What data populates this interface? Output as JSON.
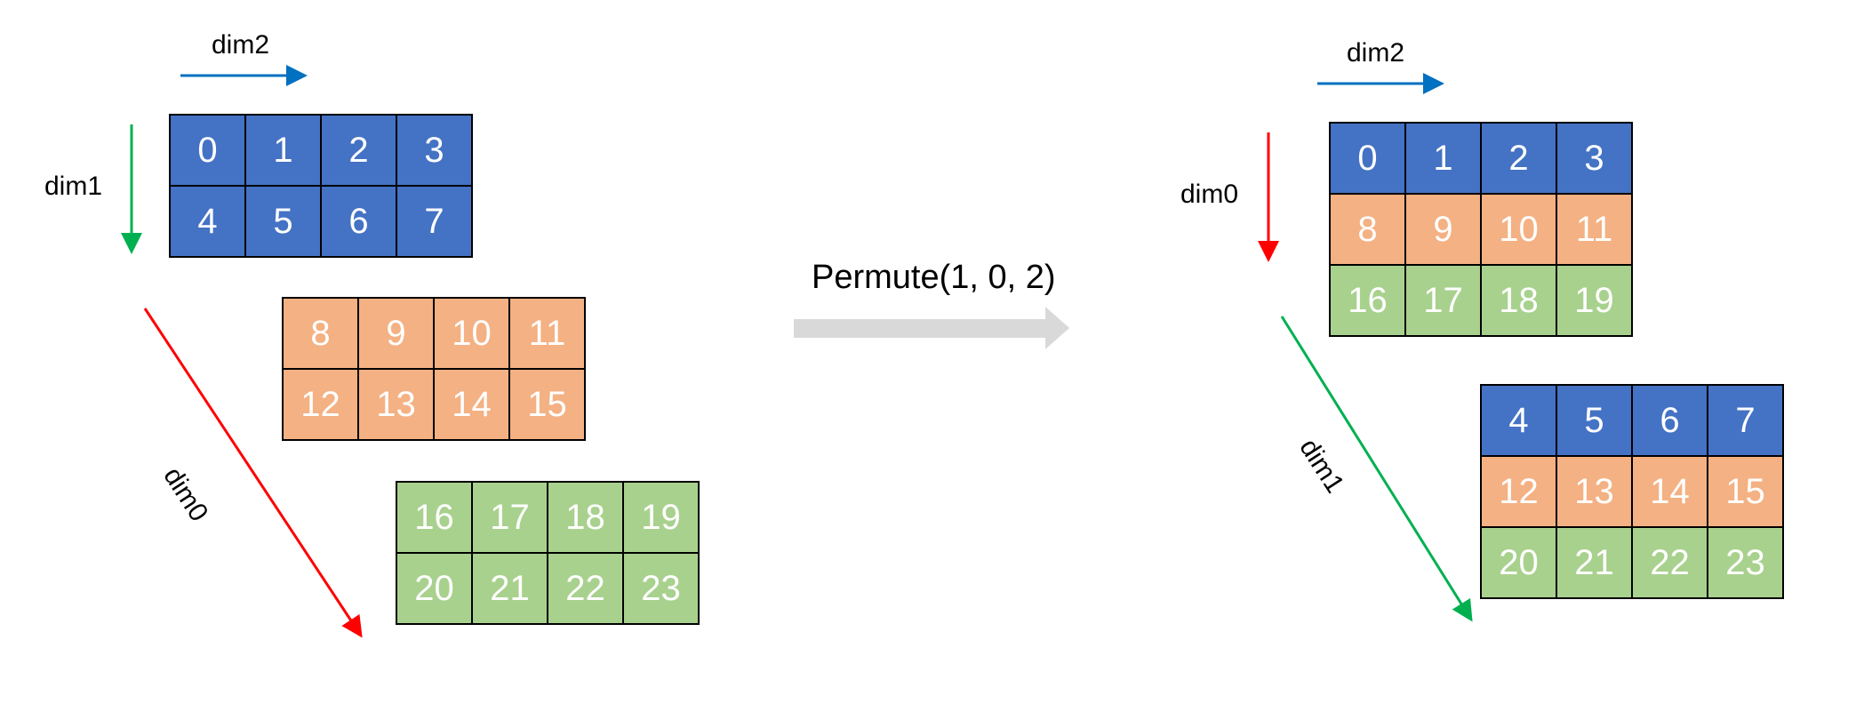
{
  "colors": {
    "blue_fill": "#4472c4",
    "orange_fill": "#f4b183",
    "green_fill": "#a9d18e",
    "dim2_arrow": "#0070c0",
    "dim0_arrow": "#ff0000",
    "dim1_arrow": "#00b050",
    "operation_arrow": "#d9d9d9"
  },
  "operation": {
    "label": "Permute(1, 0, 2)"
  },
  "left": {
    "axis_labels": {
      "dim2": "dim2",
      "dim1": "dim1",
      "dim0": "dim0"
    },
    "blocks": [
      {
        "color": "blue",
        "rows": [
          [
            "0",
            "1",
            "2",
            "3"
          ],
          [
            "4",
            "5",
            "6",
            "7"
          ]
        ]
      },
      {
        "color": "orange",
        "rows": [
          [
            "8",
            "9",
            "10",
            "11"
          ],
          [
            "12",
            "13",
            "14",
            "15"
          ]
        ]
      },
      {
        "color": "green",
        "rows": [
          [
            "16",
            "17",
            "18",
            "19"
          ],
          [
            "20",
            "21",
            "22",
            "23"
          ]
        ]
      }
    ]
  },
  "right": {
    "axis_labels": {
      "dim2": "dim2",
      "dim0": "dim0",
      "dim1": "dim1"
    },
    "blocks": [
      {
        "rows": [
          [
            "0",
            "1",
            "2",
            "3"
          ],
          [
            "8",
            "9",
            "10",
            "11"
          ],
          [
            "16",
            "17",
            "18",
            "19"
          ]
        ],
        "row_colors": [
          "blue",
          "orange",
          "green"
        ]
      },
      {
        "rows": [
          [
            "4",
            "5",
            "6",
            "7"
          ],
          [
            "12",
            "13",
            "14",
            "15"
          ],
          [
            "20",
            "21",
            "22",
            "23"
          ]
        ],
        "row_colors": [
          "blue",
          "orange",
          "green"
        ]
      }
    ]
  }
}
